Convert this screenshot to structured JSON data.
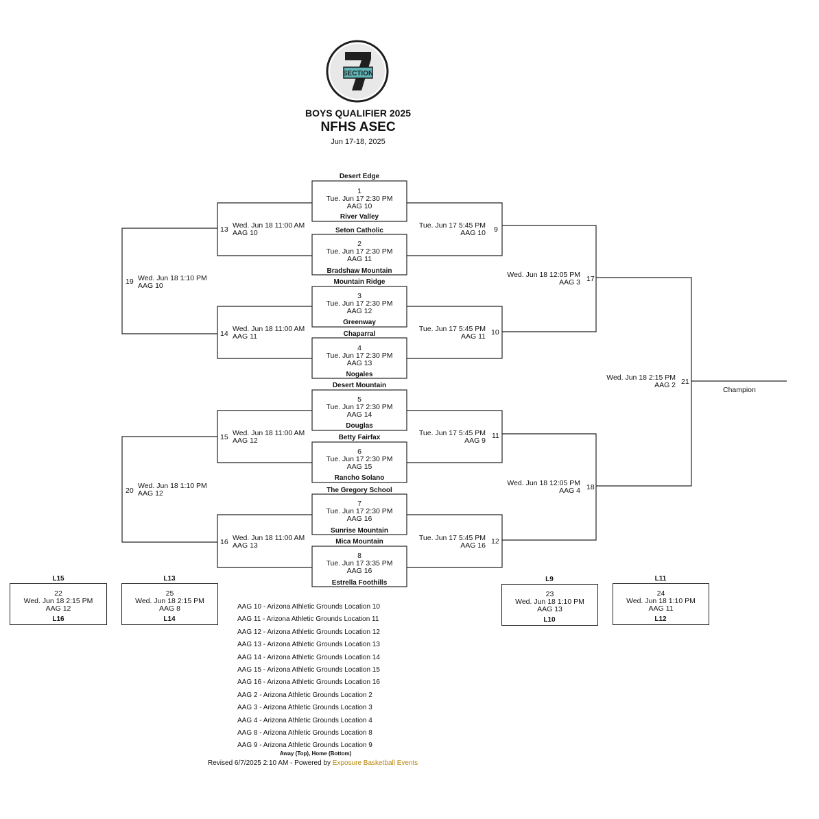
{
  "header": {
    "logo_text": "SECTION 7",
    "event_name": "BOYS QUALIFIER 2025",
    "venue": "NFHS ASEC",
    "dates": "Jun 17-18, 2025"
  },
  "round1": [
    {
      "num": "1",
      "time": "Tue. Jun 17 2:30 PM",
      "court": "AAG 10",
      "away": "Desert Edge",
      "home": "River Valley"
    },
    {
      "num": "2",
      "time": "Tue. Jun 17 2:30 PM",
      "court": "AAG 11",
      "away": "Seton Catholic",
      "home": "Bradshaw Mountain"
    },
    {
      "num": "3",
      "time": "Tue. Jun 17 2:30 PM",
      "court": "AAG 12",
      "away": "Mountain Ridge",
      "home": "Greenway"
    },
    {
      "num": "4",
      "time": "Tue. Jun 17 2:30 PM",
      "court": "AAG 13",
      "away": "Chaparral",
      "home": "Nogales"
    },
    {
      "num": "5",
      "time": "Tue. Jun 17 2:30 PM",
      "court": "AAG 14",
      "away": "Desert Mountain",
      "home": "Douglas"
    },
    {
      "num": "6",
      "time": "Tue. Jun 17 2:30 PM",
      "court": "AAG 15",
      "away": "Betty Fairfax",
      "home": "Rancho Solano"
    },
    {
      "num": "7",
      "time": "Tue. Jun 17 2:30 PM",
      "court": "AAG 16",
      "away": "The Gregory School",
      "home": "Sunrise Mountain"
    },
    {
      "num": "8",
      "time": "Tue. Jun 17 3:35 PM",
      "court": "AAG 16",
      "away": "Mica Mountain",
      "home": "Estrella Foothills"
    }
  ],
  "left_round2": [
    {
      "num": "13",
      "time": "Wed. Jun 18 11:00 AM",
      "court": "AAG 10"
    },
    {
      "num": "14",
      "time": "Wed. Jun 18 11:00 AM",
      "court": "AAG 11"
    },
    {
      "num": "15",
      "time": "Wed. Jun 18 11:00 AM",
      "court": "AAG 12"
    },
    {
      "num": "16",
      "time": "Wed. Jun 18 11:00 AM",
      "court": "AAG 13"
    }
  ],
  "left_round3": [
    {
      "num": "19",
      "time": "Wed. Jun 18 1:10 PM",
      "court": "AAG 10"
    },
    {
      "num": "20",
      "time": "Wed. Jun 18 1:10 PM",
      "court": "AAG 12"
    }
  ],
  "right_round2": [
    {
      "num": "9",
      "time": "Tue. Jun 17 5:45 PM",
      "court": "AAG 10"
    },
    {
      "num": "10",
      "time": "Tue. Jun 17 5:45 PM",
      "court": "AAG 11"
    },
    {
      "num": "11",
      "time": "Tue. Jun 17 5:45 PM",
      "court": "AAG 9"
    },
    {
      "num": "12",
      "time": "Tue. Jun 17 5:45 PM",
      "court": "AAG 16"
    }
  ],
  "right_round3": [
    {
      "num": "17",
      "time": "Wed. Jun 18 12:05 PM",
      "court": "AAG 3"
    },
    {
      "num": "18",
      "time": "Wed. Jun 18 12:05 PM",
      "court": "AAG 4"
    }
  ],
  "final": {
    "num": "21",
    "time": "Wed. Jun 18 2:15 PM",
    "court": "AAG 2",
    "label": "Champion"
  },
  "consolation": [
    {
      "num": "22",
      "time": "Wed. Jun 18 2:15 PM",
      "court": "AAG 12",
      "top": "L15",
      "bottom": "L16"
    },
    {
      "num": "25",
      "time": "Wed. Jun 18 2:15 PM",
      "court": "AAG 8",
      "top": "L13",
      "bottom": "L14"
    },
    {
      "num": "23",
      "time": "Wed. Jun 18 1:10 PM",
      "court": "AAG 13",
      "top": "L9",
      "bottom": "L10"
    },
    {
      "num": "24",
      "time": "Wed. Jun 18 1:10 PM",
      "court": "AAG 11",
      "top": "L11",
      "bottom": "L12"
    }
  ],
  "legend": [
    "AAG 10 - Arizona Athletic Grounds Location 10",
    "AAG 11 - Arizona Athletic Grounds Location 11",
    "AAG 12 - Arizona Athletic Grounds Location 12",
    "AAG 13 - Arizona Athletic Grounds Location 13",
    "AAG 14 - Arizona Athletic Grounds Location 14",
    "AAG 15 - Arizona Athletic Grounds Location 15",
    "AAG 16 - Arizona Athletic Grounds Location 16",
    "AAG 2 - Arizona Athletic Grounds Location 2",
    "AAG 3 - Arizona Athletic Grounds Location 3",
    "AAG 4 - Arizona Athletic Grounds Location 4",
    "AAG 8 - Arizona Athletic Grounds Location 8",
    "AAG 9 - Arizona Athletic Grounds Location 9"
  ],
  "footer": {
    "note": "Away (Top), Home (Bottom)",
    "revised": "Revised 6/7/2025 2:10 AM - Powered by ",
    "brand": "Exposure Basketball Events"
  },
  "colors": {
    "line": "#222222",
    "logo_bg": "#1f1f1f",
    "logo_accent": "#5fb4b8",
    "brand": "#b8860b"
  }
}
